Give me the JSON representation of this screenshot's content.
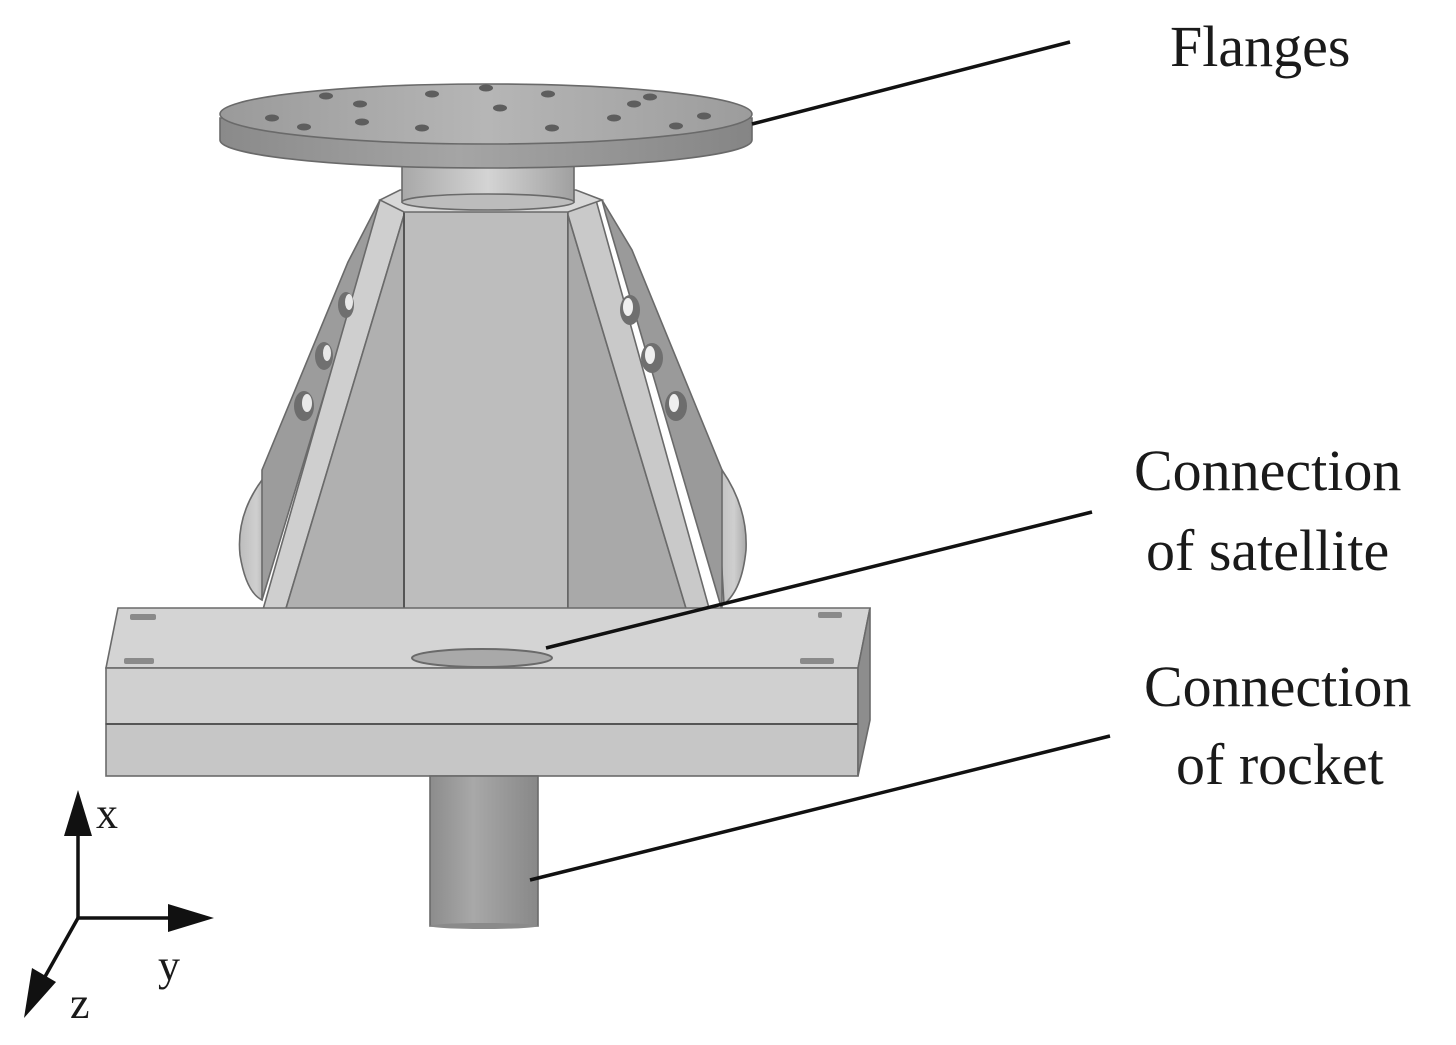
{
  "labels": {
    "flanges": "Flanges",
    "satellite_line1": "Connection",
    "satellite_line2": "of satellite",
    "rocket_line1": "Connection",
    "rocket_line2": "of rocket"
  },
  "axes": {
    "x": "x",
    "y": "y",
    "z": "z"
  }
}
